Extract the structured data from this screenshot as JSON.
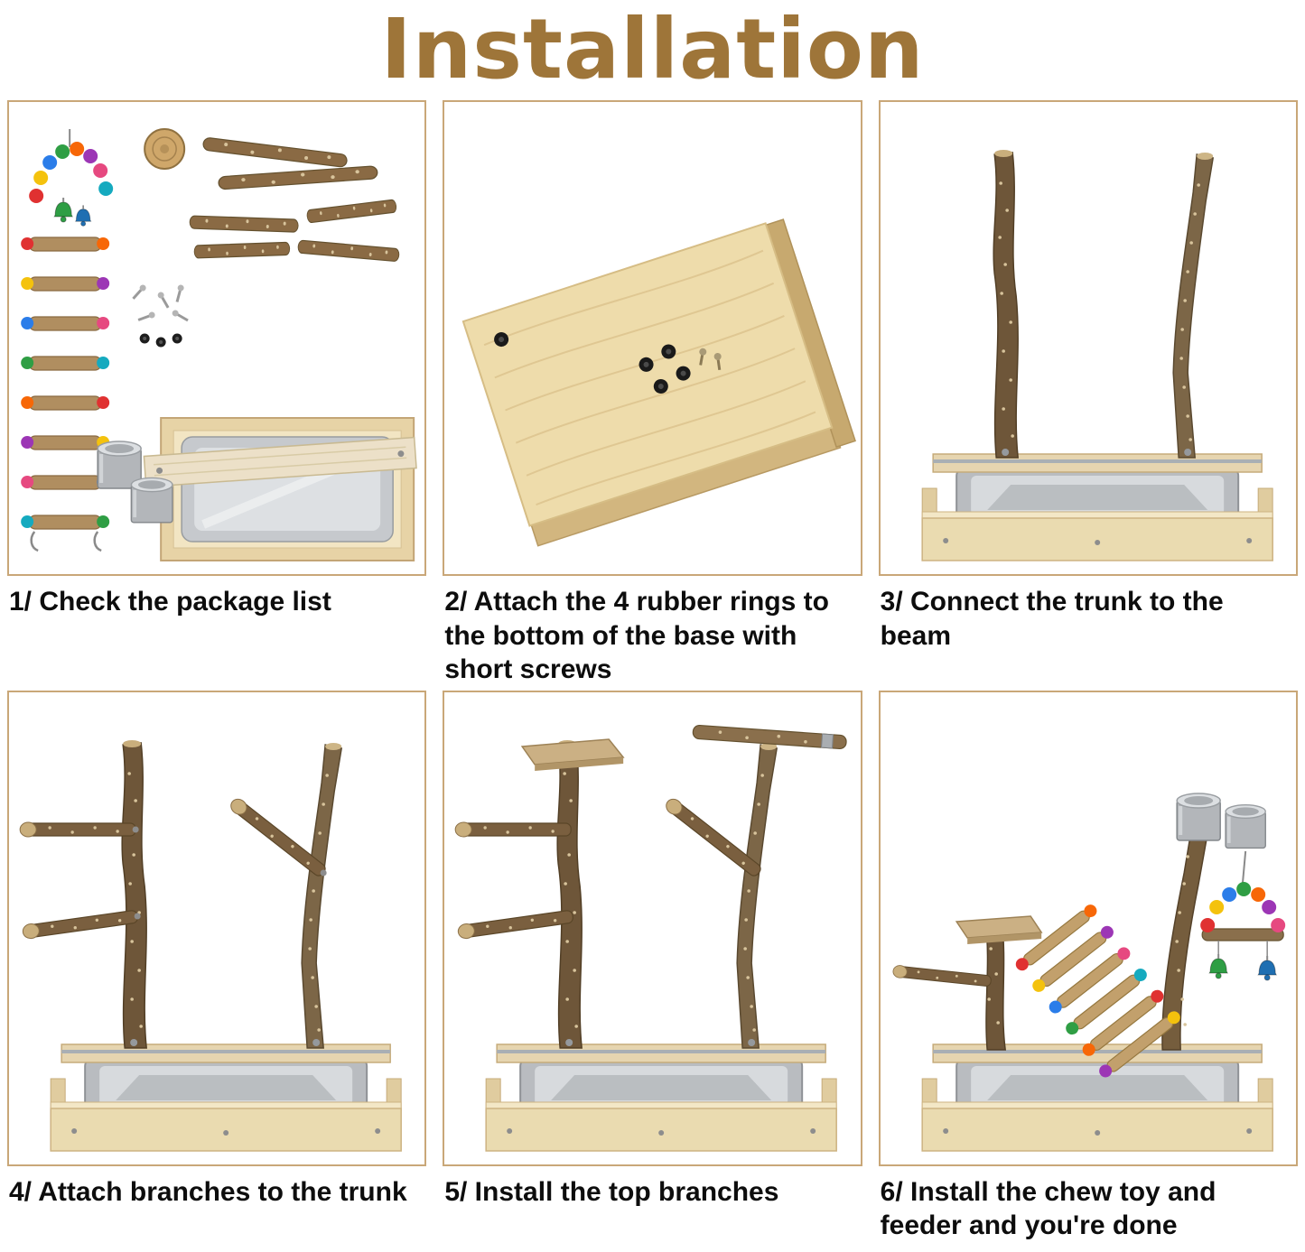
{
  "page": {
    "title": "Installation",
    "title_color": "#9E7539",
    "frame_border_color": "#C9A778",
    "background": "#FFFFFF"
  },
  "steps": [
    {
      "caption": "1/ Check the package list",
      "photo_alt": "package contents: bead ladder, branches, screws, feeder cups, wooden tray with metal tray and beam plank"
    },
    {
      "caption": "2/ Attach the 4 rubber rings to the bottom of the base with short screws",
      "photo_alt": "tilted wooden base board with four black rubber rings and short screws"
    },
    {
      "caption": "3/ Connect the trunk to the beam",
      "photo_alt": "two wooden trunks mounted upright on the beam of the tray base"
    },
    {
      "caption": "4/ Attach branches to the trunk",
      "photo_alt": "side branches attached to the two trunks"
    },
    {
      "caption": "5/ Install the top branches",
      "photo_alt": "top platform and top perch branch installed on the trunks"
    },
    {
      "caption": "6/ Install the chew toy and feeder and you're done",
      "photo_alt": "finished stand with bead ladder bridge, bead swing with bells and two metal feeder cups"
    }
  ]
}
